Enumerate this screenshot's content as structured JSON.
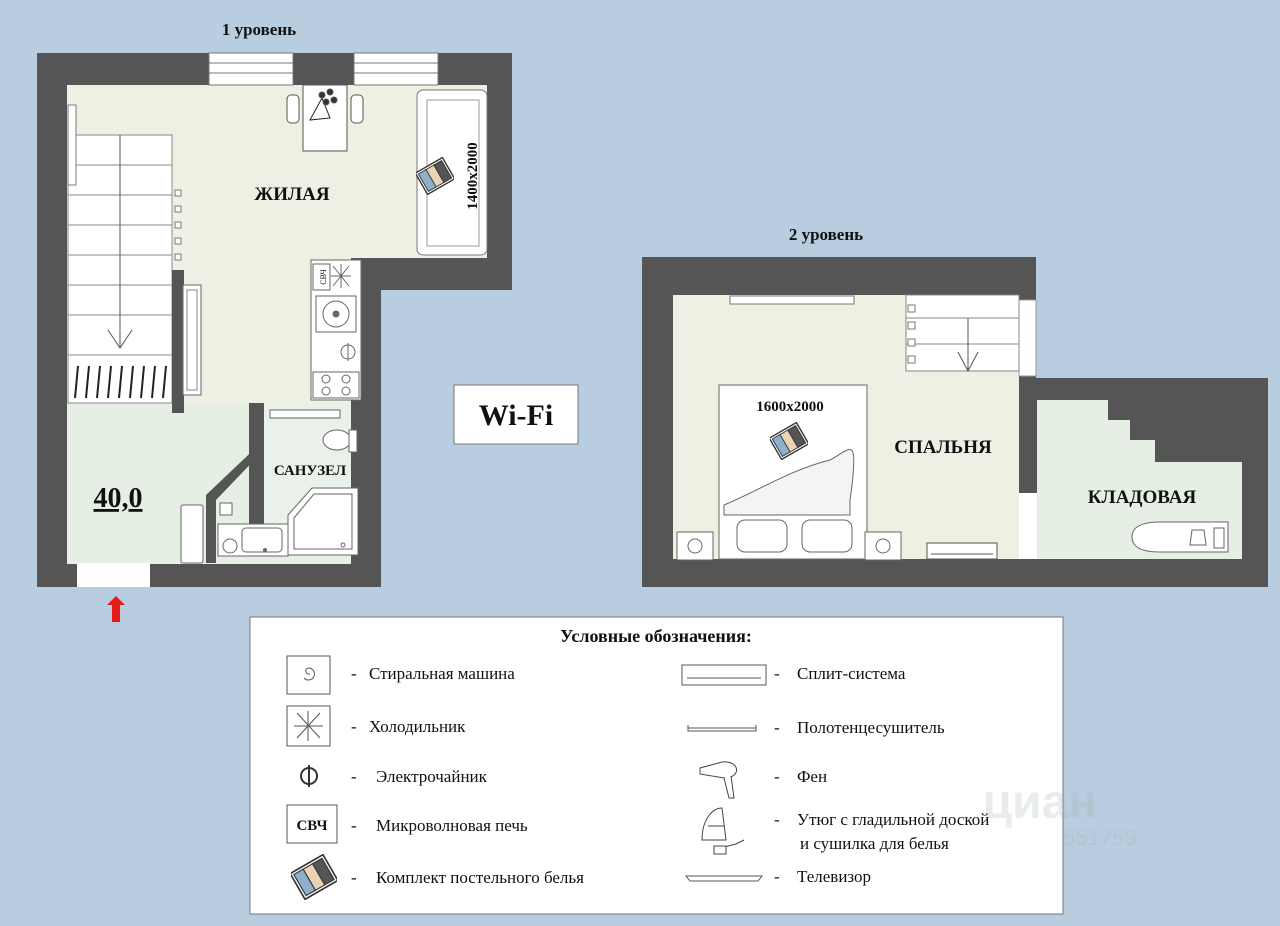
{
  "level1": {
    "title": "1 уровень",
    "rooms": {
      "living": "ЖИЛАЯ",
      "bathroom": "САНУЗЕЛ"
    },
    "area": "40,0",
    "sofa_size": "1400x2000",
    "micro_label": "СВЧ"
  },
  "level2": {
    "title": "2 уровень",
    "rooms": {
      "bedroom": "СПАЛЬНЯ",
      "storage": "КЛАДОВАЯ"
    },
    "bed_size": "1600x2000"
  },
  "wifi": "Wi-Fi",
  "legend": {
    "title": "Условные обозначения:",
    "dash": "-",
    "left": [
      {
        "icon": "washing-machine-icon",
        "label": "Стиральная машина"
      },
      {
        "icon": "fridge-icon",
        "label": "Холодильник"
      },
      {
        "icon": "kettle-icon",
        "label": "Электрочайник"
      },
      {
        "icon": "microwave-icon",
        "label": "Микроволновая печь",
        "icon_text": "СВЧ"
      },
      {
        "icon": "bedding-icon",
        "label": "Комплект постельного белья"
      }
    ],
    "right": [
      {
        "icon": "split-system-icon",
        "label": "Сплит-система"
      },
      {
        "icon": "towel-dryer-icon",
        "label": "Полотенцесушитель"
      },
      {
        "icon": "hairdryer-icon",
        "label": "Фен"
      },
      {
        "icon": "iron-icon",
        "label_line1": "Утюг с гладильной доской",
        "label_line2": "и сушилка для белья"
      },
      {
        "icon": "tv-icon",
        "label": "Телевизор"
      }
    ]
  },
  "watermark": {
    "brand": "циан",
    "id": "551759"
  },
  "colors": {
    "background": "#b9cde0",
    "wall": "#555555",
    "floor_living": "#eef0e4",
    "floor_bath": "#e6efe4",
    "entrance_arrow": "#e41b17"
  }
}
